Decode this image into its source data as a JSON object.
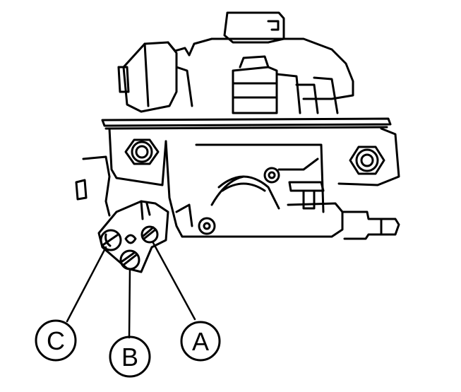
{
  "diagram": {
    "callouts": [
      {
        "id": "C",
        "label": "C"
      },
      {
        "id": "B",
        "label": "B"
      },
      {
        "id": "A",
        "label": "A"
      }
    ]
  }
}
